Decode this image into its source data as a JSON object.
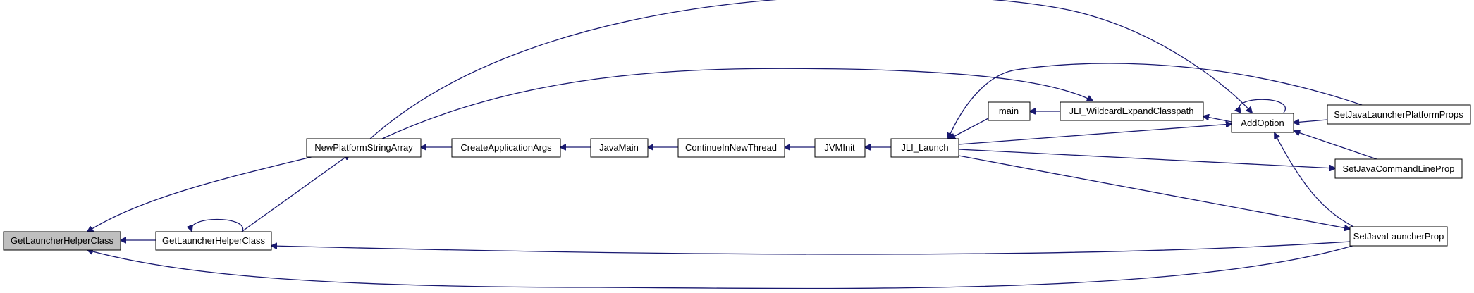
{
  "graph": {
    "colors": {
      "edge": "#191970",
      "node_border": "#000000",
      "node_fill": "#ffffff",
      "highlight_fill": "#bfbfbf"
    },
    "nodes": [
      {
        "id": "root",
        "label": "GetLauncherHelperClass",
        "highlighted": true
      },
      {
        "id": "glhc",
        "label": "GetLauncherHelperClass",
        "highlighted": false
      },
      {
        "id": "npsa",
        "label": "NewPlatformStringArray",
        "highlighted": false
      },
      {
        "id": "caa",
        "label": "CreateApplicationArgs",
        "highlighted": false
      },
      {
        "id": "javamain",
        "label": "JavaMain",
        "highlighted": false
      },
      {
        "id": "cint",
        "label": "ContinueInNewThread",
        "highlighted": false
      },
      {
        "id": "jvminit",
        "label": "JVMInit",
        "highlighted": false
      },
      {
        "id": "jlilaunch",
        "label": "JLI_Launch",
        "highlighted": false
      },
      {
        "id": "main",
        "label": "main",
        "highlighted": false
      },
      {
        "id": "jwec",
        "label": "JLI_WildcardExpandClasspath",
        "highlighted": false
      },
      {
        "id": "addoption",
        "label": "AddOption",
        "highlighted": false
      },
      {
        "id": "sjlpp",
        "label": "SetJavaLauncherPlatformProps",
        "highlighted": false
      },
      {
        "id": "sjclp",
        "label": "SetJavaCommandLineProp",
        "highlighted": false
      },
      {
        "id": "sjlp",
        "label": "SetJavaLauncherProp",
        "highlighted": false
      }
    ]
  }
}
